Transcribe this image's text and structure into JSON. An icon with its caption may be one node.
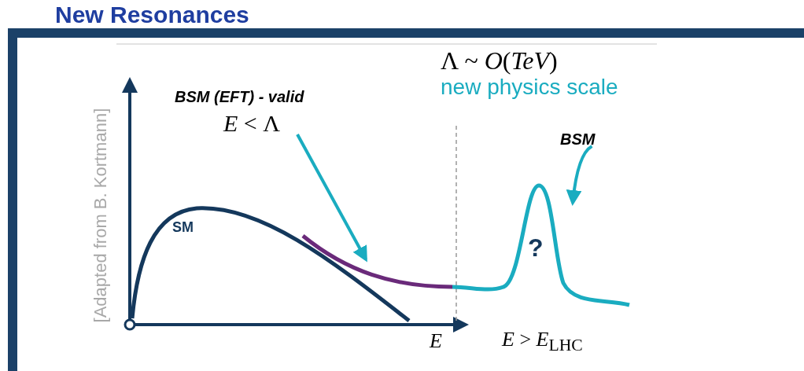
{
  "diagram": {
    "title": "New Resonances",
    "nodes": [
      {
        "text": [
          "BSM (EFT) - valid",
          "*E* < Λ"
        ]
      },
      {
        "text": [],
        "shape": "line"
      },
      {
        "text": [
          "BSM"
        ]
      },
      {
        "text": [],
        "shape": "line"
      }
    ],
    "edges": [
      {
        "from": 0,
        "to": 1,
        "arrow": "to"
      },
      {
        "from": 2,
        "to": 3,
        "arrow": "to"
      }
    ],
    "labels": [
      "Λ ~ *O*(*TeV*)",
      "new physics scale",
      "SM",
      "?",
      "*E*",
      "*E* > *E*$_{LHC}$",
      "[Adapted from B. Kortmann]"
    ]
  }
}
